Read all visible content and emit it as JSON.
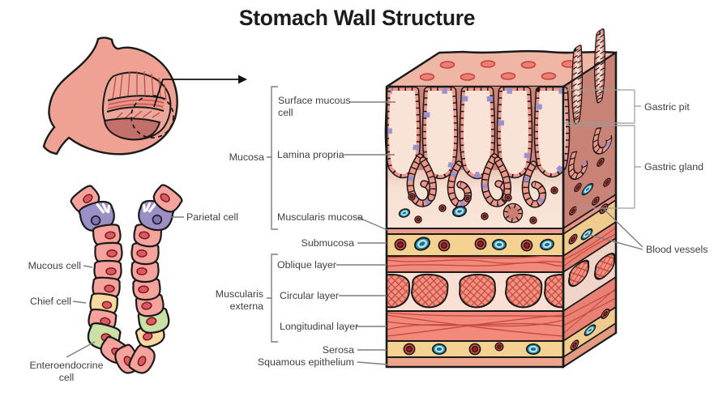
{
  "title": "Stomach Wall Structure",
  "labels": {
    "surface_mucous_cell": "Surface mucous cell",
    "mucosa": "Mucosa",
    "lamina_propria": "Lamina propria",
    "muscularis_mucosa": "Muscularis mucosa",
    "submucosa": "Submucosa",
    "oblique_layer": "Oblique layer",
    "muscularis_externa": "Muscularis externa",
    "circular_layer": "Circular layer",
    "longitudinal_layer": "Longitudinal layer",
    "serosa": "Serosa",
    "squamous_epithelium": "Squamous epithelium",
    "gastric_pit": "Gastric pit",
    "gastric_gland": "Gastric gland",
    "blood_vessels": "Blood vessels"
  },
  "gland_cells": {
    "parietal_cell": "Parietal cell",
    "mucous_cell": "Mucous cell",
    "chief_cell": "Chief cell",
    "enteroendocrine_cell": "Enteroendocrine cell"
  },
  "colors": {
    "mucous_cell": "#F5A39C",
    "parietal_cell": "#9C8FC5",
    "chief_cell": "#F8D9A1",
    "enteroendocrine_cell": "#CBE0A6",
    "submucosa_band": "#F6D292",
    "muscle_band": "#F2897B",
    "vessel_red": "#C1272D",
    "vessel_blue": "#2C96B8"
  }
}
